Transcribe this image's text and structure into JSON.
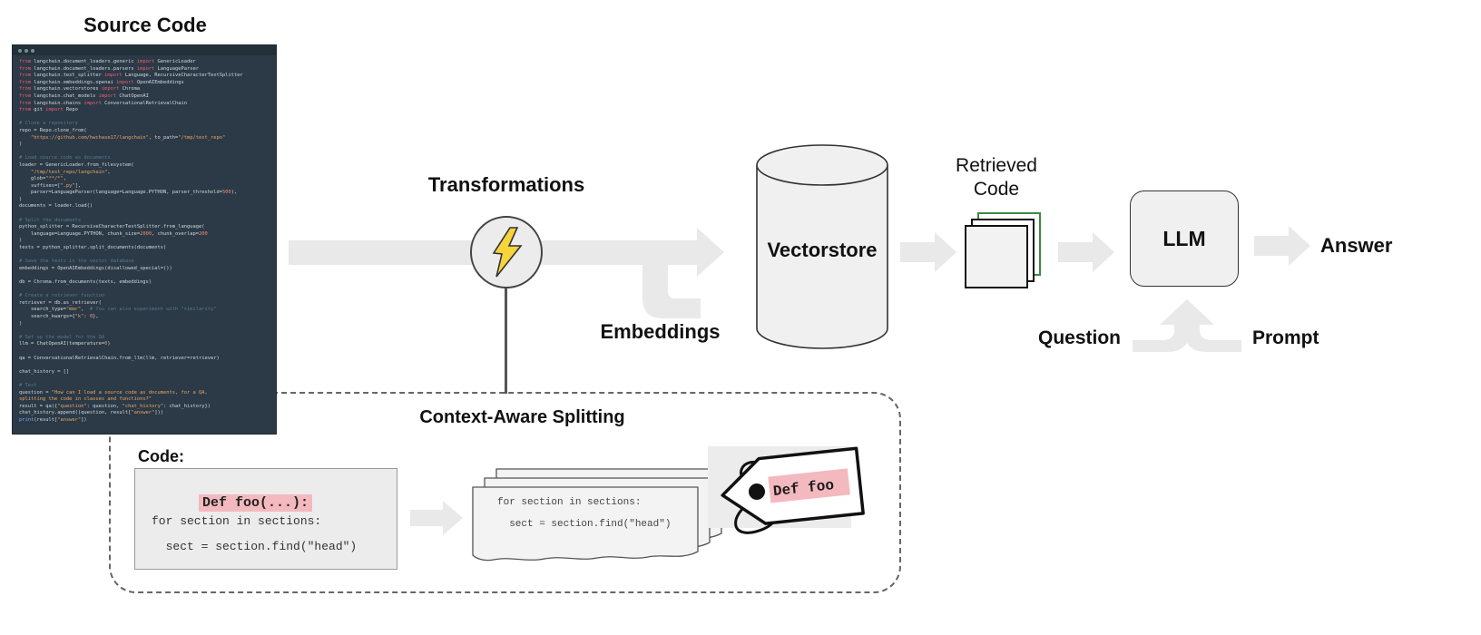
{
  "colors": {
    "arrow": "#e9e9e9",
    "panel_bg": "#2b3a46",
    "panel_top": "#223039",
    "highlight_pink": "#f3b9bf",
    "bolt_yellow": "#f6d43c",
    "shape_fill": "#f0f0f0",
    "shape_border": "#333333",
    "doc_green": "#3c8a40",
    "code_kw": "#ef5b6f",
    "code_text": "#cfd8dc",
    "code_string": "#eca369",
    "code_comment": "#56788f",
    "code_number": "#f78c6c",
    "code_fn": "#82aaff"
  },
  "header": {
    "source_code_title": "Source Code"
  },
  "pipeline": {
    "transformations_label": "Transformations",
    "embeddings_label": "Embeddings",
    "vectorstore_label": "Vectorstore",
    "retrieved_code_label": "Retrieved Code",
    "llm_label": "LLM",
    "answer_label": "Answer",
    "question_label": "Question",
    "prompt_label": "Prompt"
  },
  "splitting": {
    "title": "Context-Aware Splitting",
    "code_caption": "Code:",
    "snippet": {
      "def_line": "Def foo(...):",
      "line2": "for section in sections:",
      "line3": "  sect = section.find(\"head\")"
    },
    "chunk": {
      "line1": "for section in sections:",
      "line2": "  sect = section.find(\"head\")"
    },
    "tag_label": "Def foo"
  },
  "source_code": {
    "lines": [
      [
        [
          "k",
          "from "
        ],
        [
          "t",
          "langchain.document_loaders.generic "
        ],
        [
          "k",
          "import "
        ],
        [
          "t",
          "GenericLoader"
        ]
      ],
      [
        [
          "k",
          "from "
        ],
        [
          "t",
          "langchain.document_loaders.parsers "
        ],
        [
          "k",
          "import "
        ],
        [
          "t",
          "LanguageParser"
        ]
      ],
      [
        [
          "k",
          "from "
        ],
        [
          "t",
          "langchain.text_splitter "
        ],
        [
          "k",
          "import "
        ],
        [
          "t",
          "Language, RecursiveCharacterTextSplitter"
        ]
      ],
      [
        [
          "k",
          "from "
        ],
        [
          "t",
          "langchain.embeddings.openai "
        ],
        [
          "k",
          "import "
        ],
        [
          "t",
          "OpenAIEmbeddings"
        ]
      ],
      [
        [
          "k",
          "from "
        ],
        [
          "t",
          "langchain.vectorstores "
        ],
        [
          "k",
          "import "
        ],
        [
          "t",
          "Chroma"
        ]
      ],
      [
        [
          "k",
          "from "
        ],
        [
          "t",
          "langchain.chat_models "
        ],
        [
          "k",
          "import "
        ],
        [
          "t",
          "ChatOpenAI"
        ]
      ],
      [
        [
          "k",
          "from "
        ],
        [
          "t",
          "langchain.chains "
        ],
        [
          "k",
          "import "
        ],
        [
          "t",
          "ConversationalRetrievalChain"
        ]
      ],
      [
        [
          "k",
          "from "
        ],
        [
          "t",
          "git "
        ],
        [
          "k",
          "import "
        ],
        [
          "t",
          "Repo"
        ]
      ],
      [],
      [
        [
          "c",
          "# Clone a repository"
        ]
      ],
      [
        [
          "t",
          "repo = Repo.clone_from("
        ]
      ],
      [
        [
          "s",
          "    \"https://github.com/hwchase17/langchain\""
        ],
        [
          "t",
          ", to_path="
        ],
        [
          "s",
          "\"/tmp/test_repo\""
        ]
      ],
      [
        [
          "t",
          ")"
        ]
      ],
      [],
      [
        [
          "c",
          "# Load source code as documents"
        ]
      ],
      [
        [
          "t",
          "loader = GenericLoader.from_filesystem("
        ]
      ],
      [
        [
          "s",
          "    \"/tmp/test_repo/langchain\""
        ],
        [
          "t",
          ","
        ]
      ],
      [
        [
          "t",
          "    glob="
        ],
        [
          "s",
          "\"**/*\""
        ],
        [
          "t",
          ","
        ]
      ],
      [
        [
          "t",
          "    suffixes=["
        ],
        [
          "s",
          "\".py\""
        ],
        [
          "t",
          "],"
        ]
      ],
      [
        [
          "t",
          "    parser=LanguageParser(language=Language.PYTHON, parser_threshold="
        ],
        [
          "n",
          "500"
        ],
        [
          "t",
          "),"
        ]
      ],
      [
        [
          "t",
          ")"
        ]
      ],
      [
        [
          "t",
          "documents = loader.load()"
        ]
      ],
      [],
      [
        [
          "c",
          "# Split the documents"
        ]
      ],
      [
        [
          "t",
          "python_splitter = RecursiveCharacterTextSplitter.from_language("
        ]
      ],
      [
        [
          "t",
          "    language=Language.PYTHON, chunk_size="
        ],
        [
          "n",
          "2000"
        ],
        [
          "t",
          ", chunk_overlap="
        ],
        [
          "n",
          "200"
        ]
      ],
      [
        [
          "t",
          ")"
        ]
      ],
      [
        [
          "t",
          "texts = python_splitter.split_documents(documents)"
        ]
      ],
      [],
      [
        [
          "c",
          "# Save the texts in the vector database"
        ]
      ],
      [
        [
          "t",
          "embeddings = OpenAIEmbeddings(disallowed_special=())"
        ]
      ],
      [],
      [
        [
          "t",
          "db = Chroma.from_documents(texts, embeddings)"
        ]
      ],
      [],
      [
        [
          "c",
          "# Create a retriever function"
        ]
      ],
      [
        [
          "t",
          "retriever = db.as_retriever("
        ]
      ],
      [
        [
          "t",
          "    search_type="
        ],
        [
          "s",
          "\"mmr\""
        ],
        [
          "t",
          ",  "
        ],
        [
          "c",
          "# You can also experiment with \"similarity\""
        ]
      ],
      [
        [
          "t",
          "    search_kwargs={"
        ],
        [
          "s",
          "\"k\""
        ],
        [
          "t",
          ": "
        ],
        [
          "n",
          "8"
        ],
        [
          "t",
          "},"
        ]
      ],
      [
        [
          "t",
          ")"
        ]
      ],
      [],
      [
        [
          "c",
          "# Set up the model for the QA"
        ]
      ],
      [
        [
          "t",
          "llm = ChatOpenAI(temperature="
        ],
        [
          "n",
          "0"
        ],
        [
          "t",
          ")"
        ]
      ],
      [],
      [
        [
          "t",
          "qa = ConversationalRetrievalChain.from_llm(llm, retriever=retriever)"
        ]
      ],
      [],
      [
        [
          "t",
          "chat_history = []"
        ]
      ],
      [],
      [
        [
          "c",
          "# Test"
        ]
      ],
      [
        [
          "t",
          "question = "
        ],
        [
          "s",
          "\"How can I load a source code as documents, for a QA,"
        ]
      ],
      [
        [
          "s",
          "splitting the code in classes and functions?\""
        ]
      ],
      [
        [
          "t",
          "result = qa({"
        ],
        [
          "s",
          "\"question\""
        ],
        [
          "t",
          ": question, "
        ],
        [
          "s",
          "\"chat_history\""
        ],
        [
          "t",
          ": chat_history})"
        ]
      ],
      [
        [
          "t",
          "chat_history.append((question, result["
        ],
        [
          "s",
          "\"answer\""
        ],
        [
          "t",
          "]))"
        ]
      ],
      [
        [
          "f",
          "print"
        ],
        [
          "t",
          "(result["
        ],
        [
          "s",
          "\"answer\""
        ],
        [
          "t",
          "])"
        ]
      ]
    ]
  }
}
